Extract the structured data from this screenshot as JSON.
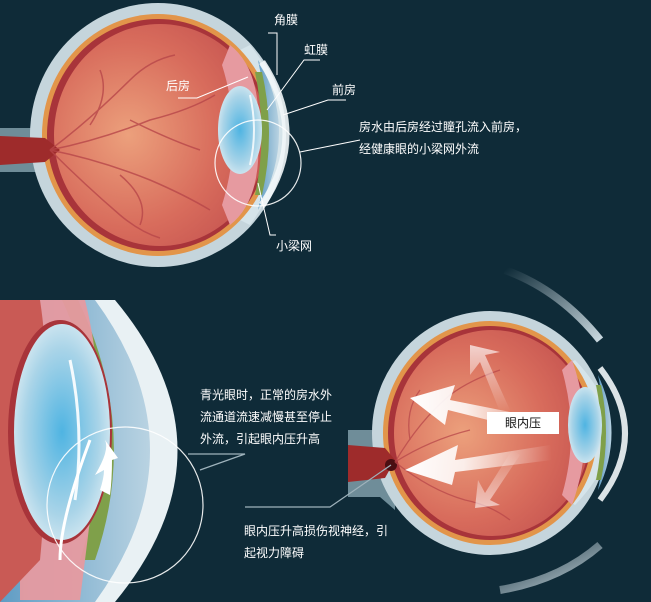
{
  "colors": {
    "background": "#0f2b38",
    "sclera": "#c9d8df",
    "choroid_orange": "#e2954a",
    "retina_red": "#c95a55",
    "vitreous": "#d8705f",
    "lens_blue": "#6ab8dd",
    "iris_green": "#7fa04a",
    "cornea_white": "#e9f1f4",
    "optic_nerve": "#9e2b2b",
    "label_text": "#ffffff"
  },
  "top_diagram": {
    "title": "Normal eye aqueous humor flow",
    "labels": {
      "cornea": "角膜",
      "iris": "虹膜",
      "posterior_chamber": "后房",
      "anterior_chamber": "前房",
      "trabecular_meshwork": "小梁网"
    },
    "description_lines": [
      "房水由后房经过瞳孔流入前房，",
      "经健康眼的小梁网外流"
    ]
  },
  "bottom_left_diagram": {
    "title": "Glaucoma close-up",
    "description_lines": [
      "青光眼时，正常的房水外",
      "流通道流速减慢甚至停止",
      "外流，引起眼内压升高"
    ]
  },
  "bottom_right_diagram": {
    "title": "Intraocular pressure",
    "pressure_label": "眼内压",
    "description_lines": [
      "眼内压升高损伤视神经，引",
      "起视力障碍"
    ]
  }
}
